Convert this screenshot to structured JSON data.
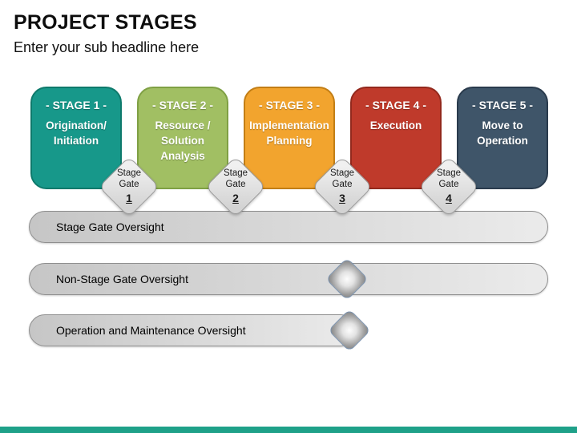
{
  "header": {
    "title": "PROJECT STAGES",
    "subtitle": "Enter your sub headline here"
  },
  "stages": [
    {
      "header": "- STAGE 1 -",
      "body": "Origination/\nInitiation",
      "fill": "#17988A",
      "border": "#0E7A6C"
    },
    {
      "header": "- STAGE 2 -",
      "body": "Resource /\nSolution\nAnalysis",
      "fill": "#A1BF63",
      "border": "#7FA044"
    },
    {
      "header": "- STAGE 3 -",
      "body": "Implementation\nPlanning",
      "fill": "#F2A42E",
      "border": "#C37E15"
    },
    {
      "header": "- STAGE 4 -",
      "body": "Execution",
      "fill": "#BF3A2B",
      "border": "#93291D"
    },
    {
      "header": "- STAGE 5 -",
      "body": "Move to\nOperation",
      "fill": "#3F5569",
      "border": "#2A3B4D"
    }
  ],
  "gates": [
    {
      "label": "Stage\nGate",
      "number": "1"
    },
    {
      "label": "Stage\nGate",
      "number": "2"
    },
    {
      "label": "Stage\nGate",
      "number": "3"
    },
    {
      "label": "Stage\nGate",
      "number": "4"
    }
  ],
  "oversight_bars": [
    {
      "label": "Stage Gate Oversight"
    },
    {
      "label": "Non-Stage Gate Oversight"
    },
    {
      "label": "Operation and Maintenance Oversight"
    }
  ],
  "colors": {
    "footer_accent": "#1FA189",
    "bar_border": "#8F8F8F",
    "bar_fill_start": "#C6C6C6",
    "bar_fill_end": "#EBEBEB",
    "gate_fill": "#D9D9D9",
    "gate_border": "#9A9A9A",
    "mini_diamond_border": "#7B92AE",
    "title_text": "#0D0D0D",
    "stage_text": "#FFFFFF"
  }
}
